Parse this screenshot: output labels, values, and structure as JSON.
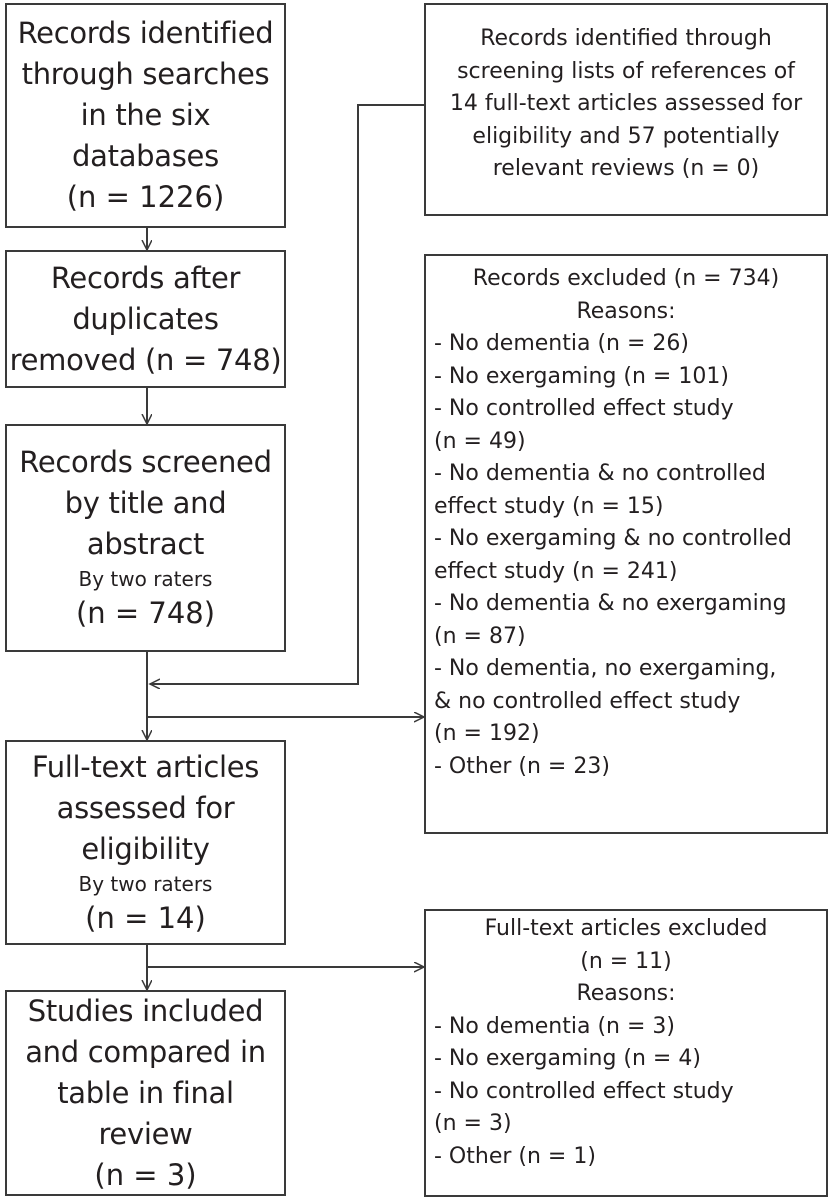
{
  "left_boxes": [
    {
      "main": "Records identified\nthrough searches\nin the six\ndatabases",
      "sub": "",
      "count": "(n = 1226)"
    },
    {
      "main": "Records after\nduplicates\nremoved (n = 748)",
      "sub": "",
      "count": ""
    },
    {
      "main": "Records screened\nby title and\nabstract",
      "sub": "By two raters",
      "count": "(n = 748)"
    },
    {
      "main": "Full-text articles\nassessed for\neligibility",
      "sub": "By two raters",
      "count": "(n = 14)"
    },
    {
      "main": "Studies included\nand compared in\ntable in final\nreview",
      "sub": "",
      "count": "(n = 3)"
    }
  ],
  "reference_screening": {
    "lines": [
      "Records identified through",
      "screening lists of references of",
      "14 full-text articles assessed for",
      "eligibility and 57 potentially",
      "relevant reviews (n = 0)"
    ]
  },
  "records_excluded": {
    "header": "Records excluded (n = 734)",
    "reasons_label": "Reasons:",
    "reasons": [
      "- No dementia (n = 26)",
      "- No exergaming (n = 101)",
      "- No controlled effect study",
      "(n = 49)",
      "- No dementia & no controlled",
      "effect study (n = 15)",
      "- No exergaming & no controlled",
      "effect study (n = 241)",
      "- No dementia & no exergaming",
      "(n = 87)",
      "- No dementia, no exergaming,",
      "& no controlled effect study",
      "(n = 192)",
      "- Other (n = 23)"
    ]
  },
  "fulltext_excluded": {
    "header": "Full-text articles excluded",
    "count": "(n = 11)",
    "reasons_label": "Reasons:",
    "reasons": [
      "- No dementia (n = 3)",
      "- No exergaming (n = 4)",
      "- No controlled effect study",
      "(n = 3)",
      "- Other (n = 1)"
    ]
  },
  "colors": {
    "border": "#3a3a3a",
    "line": "#3a3a3a",
    "text": "#231f20",
    "background": "#ffffff"
  }
}
